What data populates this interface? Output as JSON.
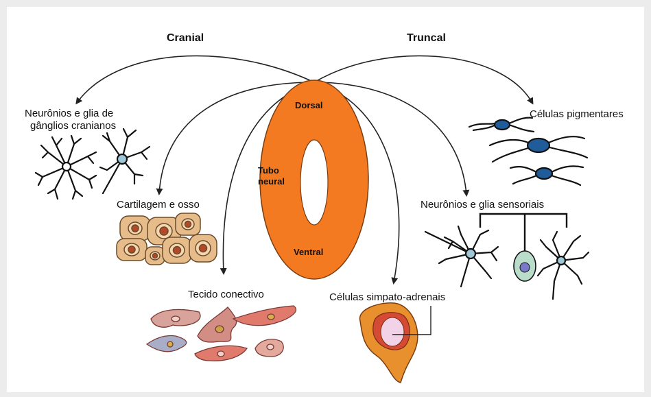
{
  "headers": {
    "cranial": "Cranial",
    "truncal": "Truncal"
  },
  "neural_tube": {
    "dorsal": "Dorsal",
    "ventral": "Ventral",
    "name_line1": "Tubo",
    "name_line2": "neural"
  },
  "targets": {
    "cranial_ganglia_line1": "Neurônios e glia de",
    "cranial_ganglia_line2": "gânglios cranianos",
    "cartilage": "Cartilagem e osso",
    "connective": "Tecido conectivo",
    "pigment": "Células pigmentares",
    "sensory": "Neurônios e glia sensoriais",
    "sympathoadrenal": "Células simpato-adrenais"
  },
  "colors": {
    "background": "#ececec",
    "panel": "#ffffff",
    "tube_orange": "#f47a22",
    "arrow": "#222222",
    "pigment_blue": "#1f5c99",
    "cartilage_fill": "#e6bd8a",
    "fibroblast": "#d28e84",
    "adrenal_outer": "#e8902e",
    "adrenal_inner": "#d44a34"
  }
}
